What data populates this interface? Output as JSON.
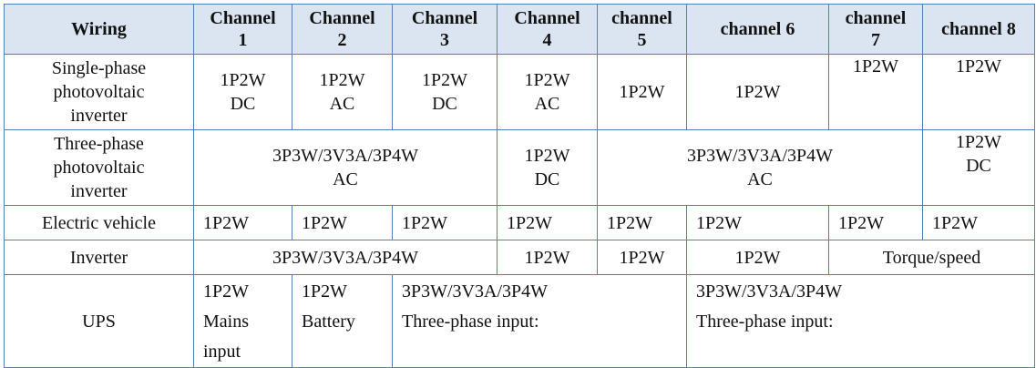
{
  "header": {
    "wiring": "Wiring",
    "channels": [
      [
        "Channel",
        "1"
      ],
      [
        "Channel",
        "2"
      ],
      [
        "Channel",
        "3"
      ],
      [
        "Channel",
        "4"
      ],
      [
        "channel",
        "5"
      ],
      [
        "channel 6"
      ],
      [
        "channel",
        "7"
      ],
      [
        "channel 8"
      ]
    ]
  },
  "rows": {
    "single_phase_pv": {
      "label": [
        "Single-phase",
        "photovoltaic",
        "inverter"
      ],
      "ch1": [
        "1P2W",
        "DC"
      ],
      "ch2": [
        "1P2W",
        "AC"
      ],
      "ch3": [
        "1P2W",
        "DC"
      ],
      "ch4": [
        "1P2W",
        "AC"
      ],
      "ch5": "1P2W",
      "ch6": "1P2W",
      "ch7": "1P2W",
      "ch8": "1P2W"
    },
    "three_phase_pv": {
      "label": [
        "Three-phase",
        "photovoltaic",
        "inverter"
      ],
      "ch1_3": [
        "3P3W/3V3A/3P4W",
        "AC"
      ],
      "ch4": [
        "1P2W",
        "DC"
      ],
      "ch5_7": [
        "3P3W/3V3A/3P4W",
        "AC"
      ],
      "ch8": [
        "1P2W",
        "DC"
      ]
    },
    "electric_vehicle": {
      "label": "Electric vehicle",
      "cells": [
        "1P2W",
        "1P2W",
        "1P2W",
        "1P2W",
        "1P2W",
        "1P2W",
        "1P2W",
        "1P2W"
      ]
    },
    "inverter": {
      "label": "Inverter",
      "ch1_3": "3P3W/3V3A/3P4W",
      "ch4": "1P2W",
      "ch5": "1P2W",
      "ch6": "1P2W",
      "ch7_8": "Torque/speed"
    },
    "ups": {
      "label": "UPS",
      "ch1": [
        "1P2W",
        "Mains",
        "input"
      ],
      "ch2": [
        "1P2W",
        "Battery"
      ],
      "ch3_5": [
        "3P3W/3V3A/3P4W",
        "Three-phase input:"
      ],
      "ch6_8": [
        "3P3W/3V3A/3P4W",
        "Three-phase input:"
      ]
    }
  },
  "colors": {
    "border": "#5a7fb8",
    "header_bg": "#dbe5f1",
    "text": "#111111"
  }
}
